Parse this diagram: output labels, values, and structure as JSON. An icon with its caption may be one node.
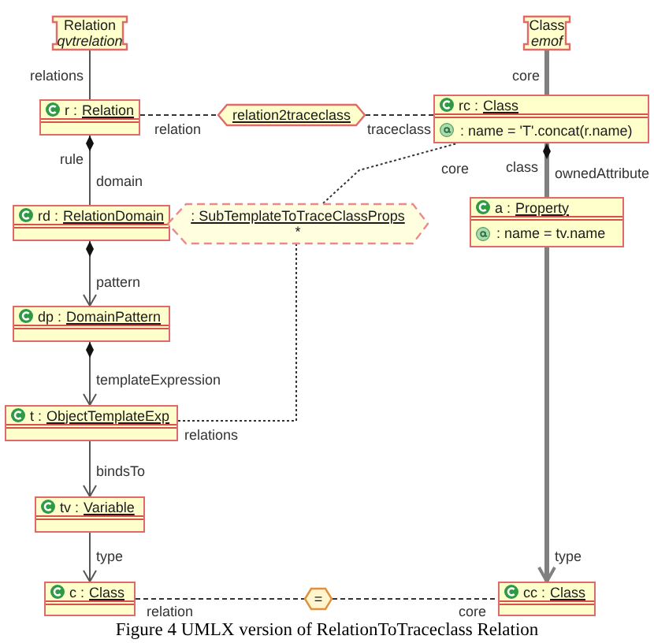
{
  "diagram": {
    "caption": "Figure 4 UMLX version of RelationToTraceclass Relation",
    "nodes": [
      {
        "text": [
          "Relation",
          "qvtrelation"
        ]
      },
      {
        "text": [
          "Class",
          "emof"
        ]
      },
      {
        "text": [
          "r :",
          "Relation"
        ]
      },
      {
        "text": [
          "relation2traceclass"
        ]
      },
      {
        "text": [
          "rc :",
          "Class",
          ": name = 'T'.concat(r.name)"
        ]
      },
      {
        "text": [
          "rd :",
          "RelationDomain"
        ]
      },
      {
        "text": [
          ": SubTemplateToTraceClassProps",
          "*"
        ]
      },
      {
        "text": [
          "a :",
          "Property",
          ": name = tv.name"
        ]
      },
      {
        "text": [
          "dp :",
          "DomainPattern"
        ]
      },
      {
        "text": [
          "t :",
          "ObjectTemplateExp"
        ]
      },
      {
        "text": [
          "tv :",
          "Variable"
        ]
      },
      {
        "text": [
          "c :",
          "Class"
        ]
      },
      {
        "text": [
          "="
        ]
      },
      {
        "text": [
          "cc :",
          "Class"
        ]
      }
    ],
    "edges": [
      {
        "from": 0,
        "to": 2,
        "arrow": "none",
        "label": "relations"
      },
      {
        "from": 1,
        "to": 4,
        "arrow": "none",
        "label": "core",
        "style": "thick",
        "color": "#808080"
      },
      {
        "from": 2,
        "to": 3,
        "arrow": "none",
        "label": "relation",
        "style": "dashed"
      },
      {
        "from": 3,
        "to": 4,
        "arrow": "none",
        "label": "traceclass",
        "style": "dashed"
      },
      {
        "from": 2,
        "to": 5,
        "arrow": "other",
        "label": "domain"
      },
      {
        "from": 4,
        "to": 7,
        "arrow": "other",
        "label": "ownedAttribute",
        "style": "thick",
        "color": "#808080"
      },
      {
        "from": 5,
        "to": 8,
        "arrow": "to",
        "label": "pattern"
      },
      {
        "from": 8,
        "to": 9,
        "arrow": "to",
        "label": "templateExpression"
      },
      {
        "from": 9,
        "to": 6,
        "arrow": "none",
        "label": "relations",
        "style": "dashed"
      },
      {
        "from": 6,
        "to": 4,
        "arrow": "none",
        "label": "core",
        "style": "dashed"
      },
      {
        "from": 9,
        "to": 10,
        "arrow": "to",
        "label": "bindsTo"
      },
      {
        "from": 10,
        "to": 11,
        "arrow": "to",
        "label": "type"
      },
      {
        "from": 7,
        "to": 13,
        "arrow": "to",
        "label": "type",
        "style": "thick",
        "color": "#808080"
      },
      {
        "from": 11,
        "to": 12,
        "arrow": "none",
        "label": "relation",
        "style": "dashed"
      },
      {
        "from": 12,
        "to": 13,
        "arrow": "none",
        "label": "core",
        "style": "dashed"
      }
    ],
    "labels": [
      "rule",
      "class"
    ]
  }
}
